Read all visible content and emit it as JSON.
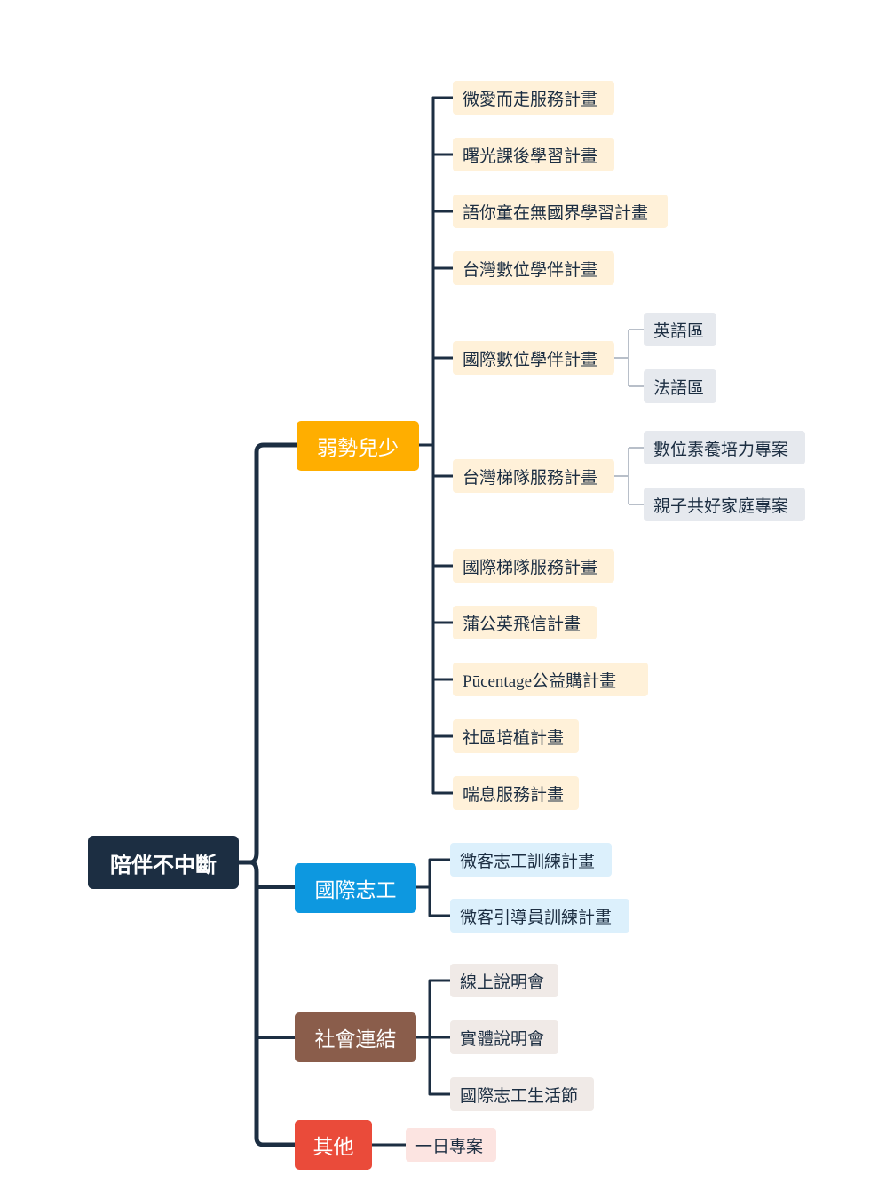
{
  "root": {
    "label": "陪伴不中斷"
  },
  "branches": {
    "weak": {
      "label": "弱勢兒少",
      "color": "#ffae00"
    },
    "intl": {
      "label": "國際志工",
      "color": "#0d98e0"
    },
    "social": {
      "label": "社會連結",
      "color": "#8a5d4b"
    },
    "other": {
      "label": "其他",
      "color": "#ea4b3a"
    }
  },
  "weak_children": [
    {
      "label": "微愛而走服務計畫"
    },
    {
      "label": "曙光課後學習計畫"
    },
    {
      "label": "語你童在無國界學習計畫"
    },
    {
      "label": "台灣數位學伴計畫"
    },
    {
      "label": "國際數位學伴計畫",
      "children": [
        {
          "label": "英語區"
        },
        {
          "label": "法語區"
        }
      ]
    },
    {
      "label": "台灣梯隊服務計畫",
      "children": [
        {
          "label": "數位素養培力專案"
        },
        {
          "label": "親子共好家庭專案"
        }
      ]
    },
    {
      "label": "國際梯隊服務計畫"
    },
    {
      "label": "蒲公英飛信計畫"
    },
    {
      "label": "Pūcentage公益購計畫"
    },
    {
      "label": "社區培植計畫"
    },
    {
      "label": "喘息服務計畫"
    }
  ],
  "intl_children": [
    {
      "label": "微客志工訓練計畫"
    },
    {
      "label": "微客引導員訓練計畫"
    }
  ],
  "social_children": [
    {
      "label": "線上說明會"
    },
    {
      "label": "實體說明會"
    },
    {
      "label": "國際志工生活節"
    }
  ],
  "other_children": [
    {
      "label": "一日專案"
    }
  ],
  "colors": {
    "dark": "#1c2e42",
    "sub_connector": "#b8bfc9"
  }
}
